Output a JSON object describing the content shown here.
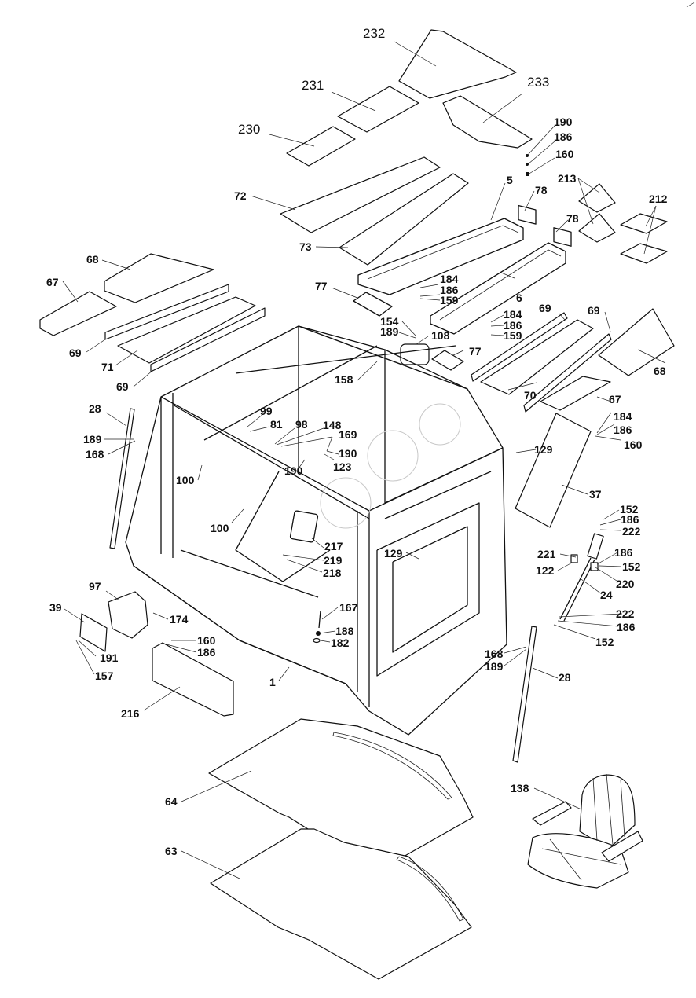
{
  "title": "Cab assembly exploded parts diagram",
  "parts": [
    {
      "id": "232",
      "group": "roof-glass",
      "weight": "light"
    },
    {
      "id": "231",
      "group": "roof-glass",
      "weight": "light"
    },
    {
      "id": "230",
      "group": "roof-glass",
      "weight": "light"
    },
    {
      "id": "233",
      "group": "roof-glass",
      "weight": "light"
    },
    {
      "id": "190",
      "group": "fastener"
    },
    {
      "id": "186",
      "group": "fastener"
    },
    {
      "id": "160",
      "group": "fastener"
    },
    {
      "id": "72",
      "group": "roof-panel"
    },
    {
      "id": "73",
      "group": "roof-panel"
    },
    {
      "id": "5",
      "group": "roof-frame"
    },
    {
      "id": "78",
      "group": "gasket"
    },
    {
      "id": "78",
      "group": "gasket"
    },
    {
      "id": "213",
      "group": "pad"
    },
    {
      "id": "212",
      "group": "pad"
    },
    {
      "id": "68",
      "group": "panel"
    },
    {
      "id": "67",
      "group": "panel"
    },
    {
      "id": "69",
      "group": "strip"
    },
    {
      "id": "71",
      "group": "panel"
    },
    {
      "id": "69",
      "group": "strip"
    },
    {
      "id": "77",
      "group": "gasket"
    },
    {
      "id": "184",
      "group": "fastener"
    },
    {
      "id": "186",
      "group": "fastener"
    },
    {
      "id": "159",
      "group": "fastener"
    },
    {
      "id": "6",
      "group": "roof-frame"
    },
    {
      "id": "184",
      "group": "fastener"
    },
    {
      "id": "186",
      "group": "fastener"
    },
    {
      "id": "159",
      "group": "fastener"
    },
    {
      "id": "69",
      "group": "strip"
    },
    {
      "id": "69",
      "group": "strip"
    },
    {
      "id": "154",
      "group": "fastener"
    },
    {
      "id": "189",
      "group": "fastener"
    },
    {
      "id": "108",
      "group": "blower"
    },
    {
      "id": "77",
      "group": "gasket"
    },
    {
      "id": "158",
      "group": "fastener"
    },
    {
      "id": "68",
      "group": "panel"
    },
    {
      "id": "70",
      "group": "panel"
    },
    {
      "id": "67",
      "group": "panel"
    },
    {
      "id": "28",
      "group": "seal"
    },
    {
      "id": "189",
      "group": "fastener"
    },
    {
      "id": "168",
      "group": "fastener"
    },
    {
      "id": "99",
      "group": "fastener"
    },
    {
      "id": "81",
      "group": "rod"
    },
    {
      "id": "98",
      "group": "fastener"
    },
    {
      "id": "148",
      "group": "fastener"
    },
    {
      "id": "169",
      "group": "fastener"
    },
    {
      "id": "190",
      "group": "fastener"
    },
    {
      "id": "123",
      "group": "fastener"
    },
    {
      "id": "190",
      "group": "fastener"
    },
    {
      "id": "100",
      "group": "fastener"
    },
    {
      "id": "100",
      "group": "fastener"
    },
    {
      "id": "129",
      "group": "fastener"
    },
    {
      "id": "184",
      "group": "fastener"
    },
    {
      "id": "186",
      "group": "fastener"
    },
    {
      "id": "160",
      "group": "fastener"
    },
    {
      "id": "37",
      "group": "panel"
    },
    {
      "id": "152",
      "group": "fastener"
    },
    {
      "id": "186",
      "group": "fastener"
    },
    {
      "id": "222",
      "group": "fastener"
    },
    {
      "id": "221",
      "group": "fastener"
    },
    {
      "id": "122",
      "group": "bracket"
    },
    {
      "id": "186",
      "group": "fastener"
    },
    {
      "id": "152",
      "group": "fastener"
    },
    {
      "id": "220",
      "group": "bracket"
    },
    {
      "id": "24",
      "group": "gas-strut"
    },
    {
      "id": "222",
      "group": "fastener"
    },
    {
      "id": "186",
      "group": "fastener"
    },
    {
      "id": "152",
      "group": "fastener"
    },
    {
      "id": "217",
      "group": "latch"
    },
    {
      "id": "219",
      "group": "latch"
    },
    {
      "id": "218",
      "group": "latch"
    },
    {
      "id": "129",
      "group": "fastener"
    },
    {
      "id": "97",
      "group": "housing"
    },
    {
      "id": "39",
      "group": "cover"
    },
    {
      "id": "174",
      "group": "fastener"
    },
    {
      "id": "191",
      "group": "fastener"
    },
    {
      "id": "157",
      "group": "fastener"
    },
    {
      "id": "160",
      "group": "fastener"
    },
    {
      "id": "186",
      "group": "fastener"
    },
    {
      "id": "216",
      "group": "filter"
    },
    {
      "id": "167",
      "group": "bolt"
    },
    {
      "id": "188",
      "group": "fastener"
    },
    {
      "id": "182",
      "group": "fastener"
    },
    {
      "id": "1",
      "group": "cab-frame"
    },
    {
      "id": "168",
      "group": "fastener"
    },
    {
      "id": "189",
      "group": "fastener"
    },
    {
      "id": "28",
      "group": "seal"
    },
    {
      "id": "64",
      "group": "floor-mat"
    },
    {
      "id": "63",
      "group": "floor-mat"
    },
    {
      "id": "138",
      "group": "seat"
    }
  ]
}
